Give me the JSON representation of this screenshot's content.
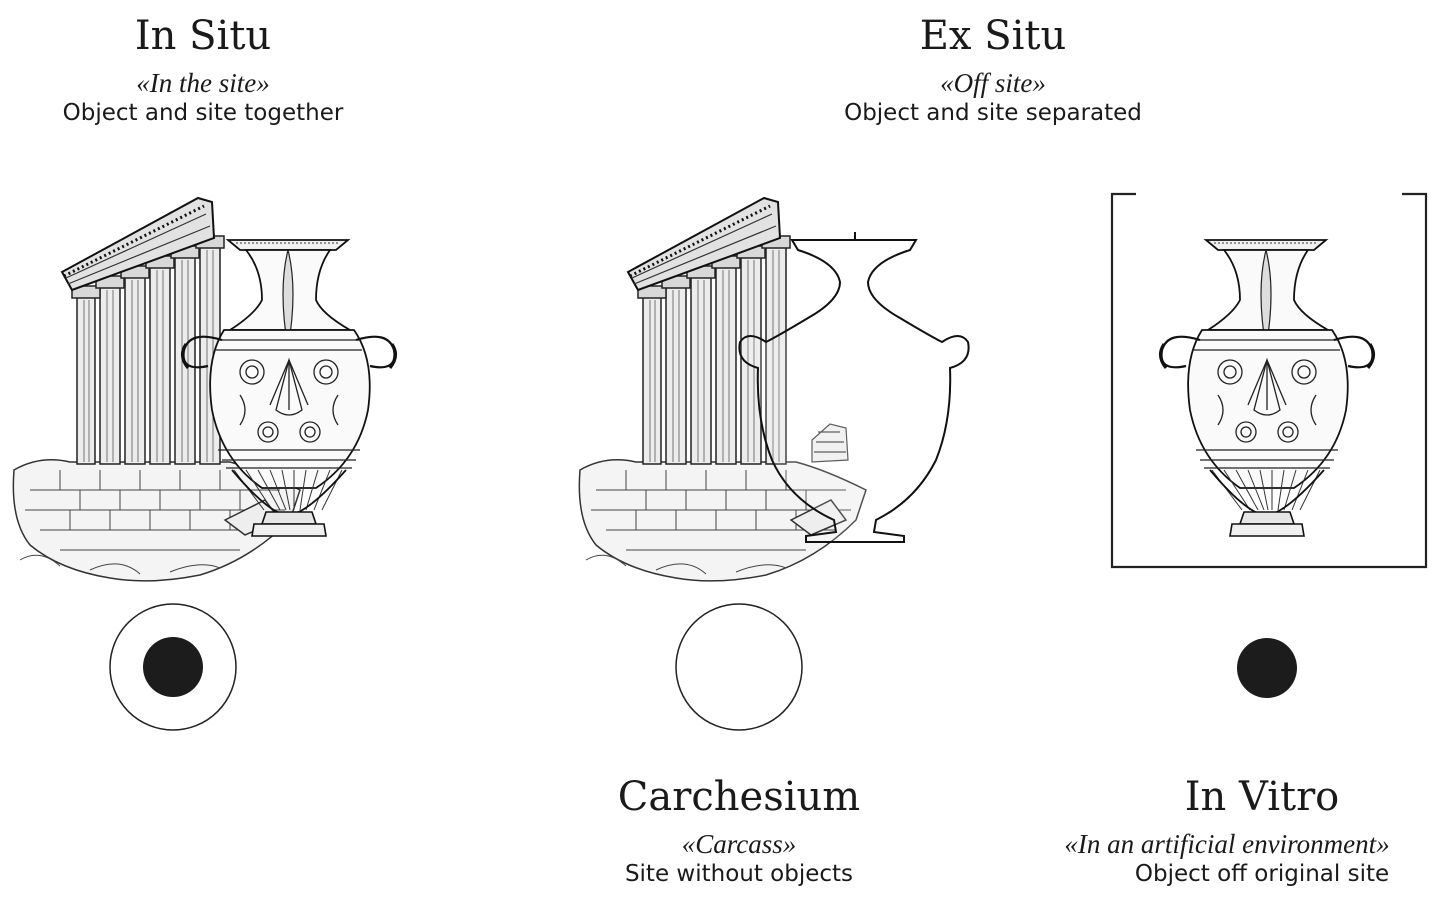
{
  "in_situ": {
    "title": "In Situ",
    "latin": "«In the site»",
    "description": "Object and site together"
  },
  "ex_situ": {
    "title": "Ex Situ",
    "latin": "«Off site»",
    "description": "Object and site separated"
  },
  "carchesium": {
    "title": "Carchesium",
    "latin": "«Carcass»",
    "description": "Site without objects"
  },
  "in_vitro": {
    "title": "In Vitro",
    "latin": "«In an artificial environment»",
    "description": "Object off original site"
  }
}
